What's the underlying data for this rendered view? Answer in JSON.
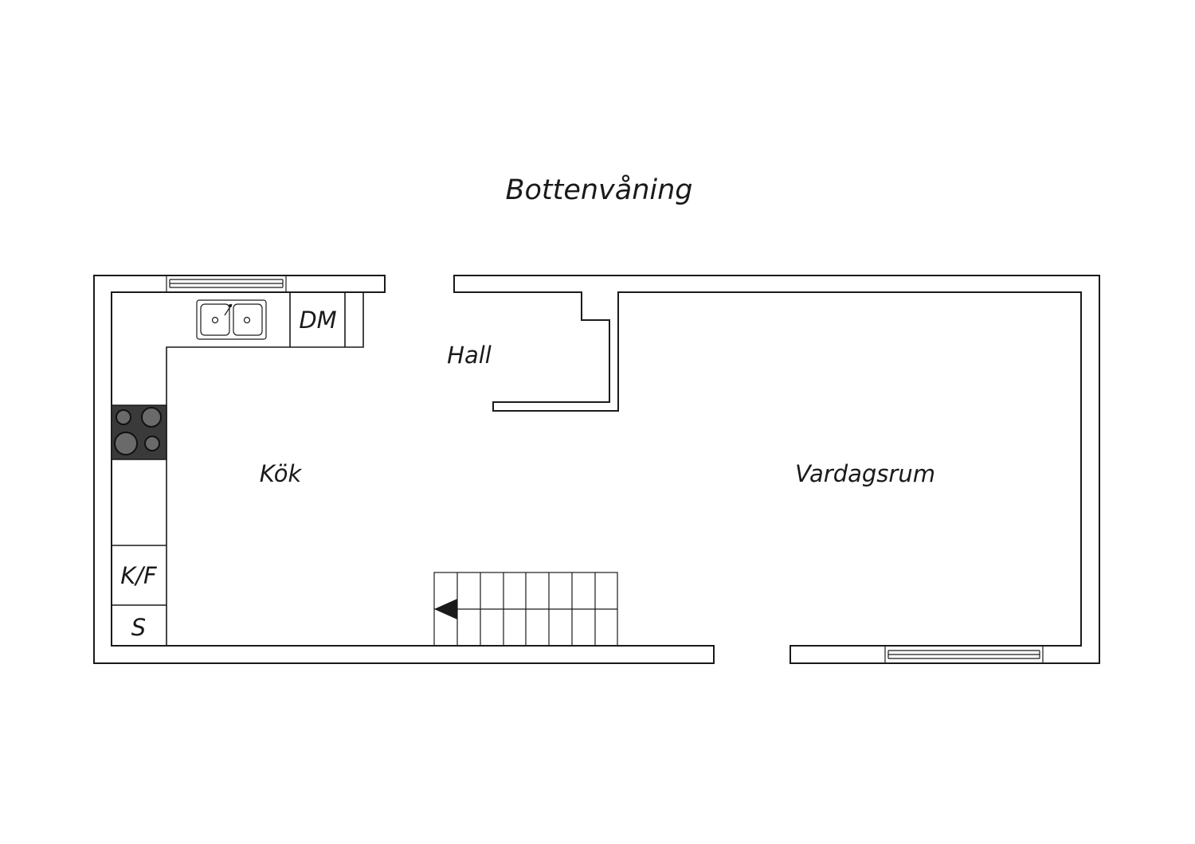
{
  "title": "Bottenvåning",
  "rooms": {
    "kok": "Kök",
    "hall": "Hall",
    "vardagsrum": "Vardagsrum"
  },
  "fixtures": {
    "dishwasher": "DM",
    "fridge_freezer": "K/F",
    "wardrobe": "S"
  },
  "colors": {
    "line": "#1a1a1a",
    "stove": "#3a3a3a",
    "background": "#ffffff"
  }
}
